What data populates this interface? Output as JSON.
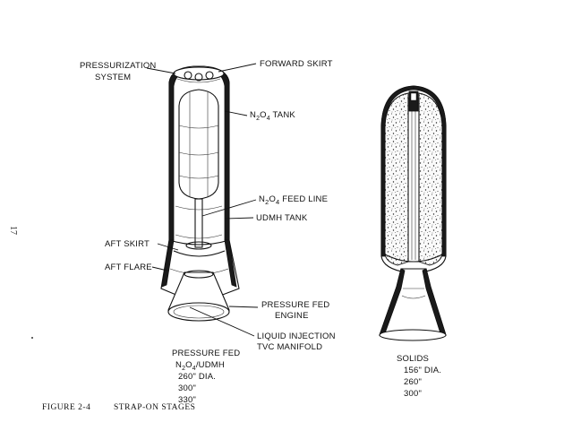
{
  "page_number": "17",
  "caption": {
    "figure": "FIGURE 2-4",
    "title": "STRAP-ON STAGES"
  },
  "left_vehicle": {
    "labels": {
      "pressurization": [
        "PRESSURIZATION",
        "SYSTEM"
      ],
      "forward_skirt": "FORWARD SKIRT",
      "n2o4_tank": {
        "main": "N",
        "sub1": "2",
        "mid": "O",
        "sub2": "4",
        "rest": " TANK"
      },
      "n2o4_feed_line": {
        "main": "N",
        "sub1": "2",
        "mid": "O",
        "sub2": "4",
        "rest": "  FEED LINE"
      },
      "udmh_tank": "UDMH TANK",
      "aft_skirt": "AFT SKIRT",
      "aft_flare": "AFT FLARE",
      "pressure_fed_engine": [
        "PRESSURE FED",
        "ENGINE"
      ],
      "liquid_injection": [
        "LIQUID INJECTION",
        "TVC MANIFOLD"
      ]
    },
    "spec": {
      "title": "PRESSURE FED",
      "propellant": {
        "main": "N",
        "sub1": "2",
        "mid": "O",
        "sub2": "4",
        "rest": "/UDMH"
      },
      "sizes": [
        "260\" DIA.",
        "300\"",
        "330\""
      ]
    }
  },
  "right_vehicle": {
    "spec": {
      "title": "SOLIDS",
      "sizes": [
        "156\"  DIA.",
        "260\"",
        "300\""
      ]
    }
  }
}
